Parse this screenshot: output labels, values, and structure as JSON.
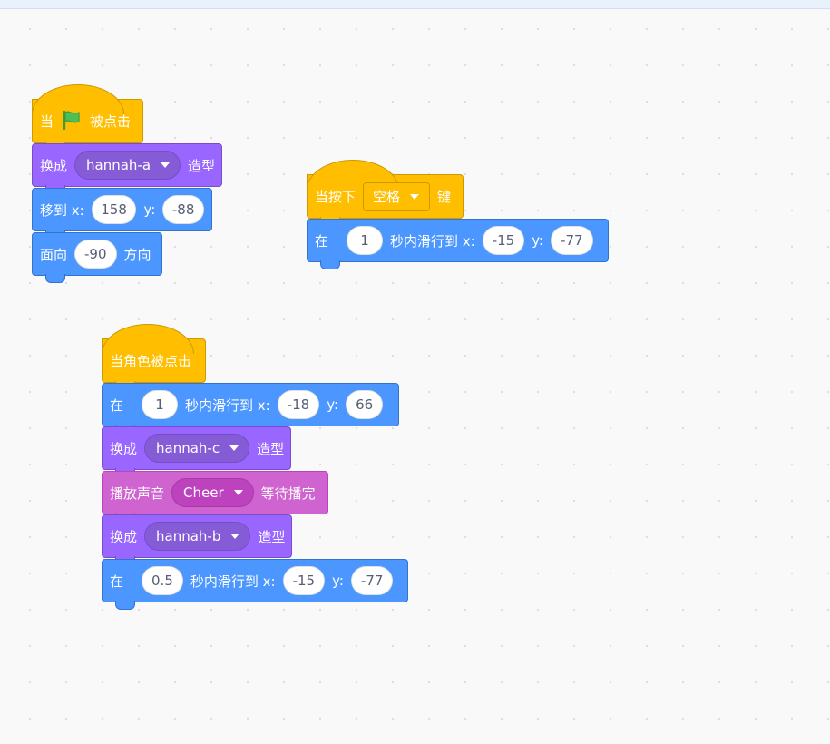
{
  "scripts": {
    "green_flag": {
      "when_label": "当",
      "clicked_label": "被点击",
      "switch_costume": {
        "prefix": "换成",
        "costume": "hannah-a",
        "suffix": "造型"
      },
      "go_to": {
        "label_x": "移到 x:",
        "x": "158",
        "label_y": "y:",
        "y": "-88"
      },
      "point": {
        "prefix": "面向",
        "direction": "-90",
        "suffix": "方向"
      }
    },
    "key_press": {
      "when_label": "当按下",
      "key": "空格",
      "key_suffix": "键",
      "glide": {
        "prefix": "在",
        "secs": "1",
        "label_x": "秒内滑行到 x:",
        "x": "-15",
        "label_y": "y:",
        "y": "-77"
      }
    },
    "sprite_click": {
      "hat_label": "当角色被点击",
      "glide1": {
        "prefix": "在",
        "secs": "1",
        "label_x": "秒内滑行到 x:",
        "x": "-18",
        "label_y": "y:",
        "y": "66"
      },
      "costume1": {
        "prefix": "换成",
        "costume": "hannah-c",
        "suffix": "造型"
      },
      "sound": {
        "prefix": "播放声音",
        "sound": "Cheer",
        "suffix": "等待播完"
      },
      "costume2": {
        "prefix": "换成",
        "costume": "hannah-b",
        "suffix": "造型"
      },
      "glide2": {
        "prefix": "在",
        "secs": "0.5",
        "label_x": "秒内滑行到 x:",
        "x": "-15",
        "label_y": "y:",
        "y": "-77"
      }
    }
  },
  "colors": {
    "events": "#ffbf00",
    "looks": "#9966ff",
    "motion": "#4c97ff",
    "sound": "#cf63cf"
  }
}
